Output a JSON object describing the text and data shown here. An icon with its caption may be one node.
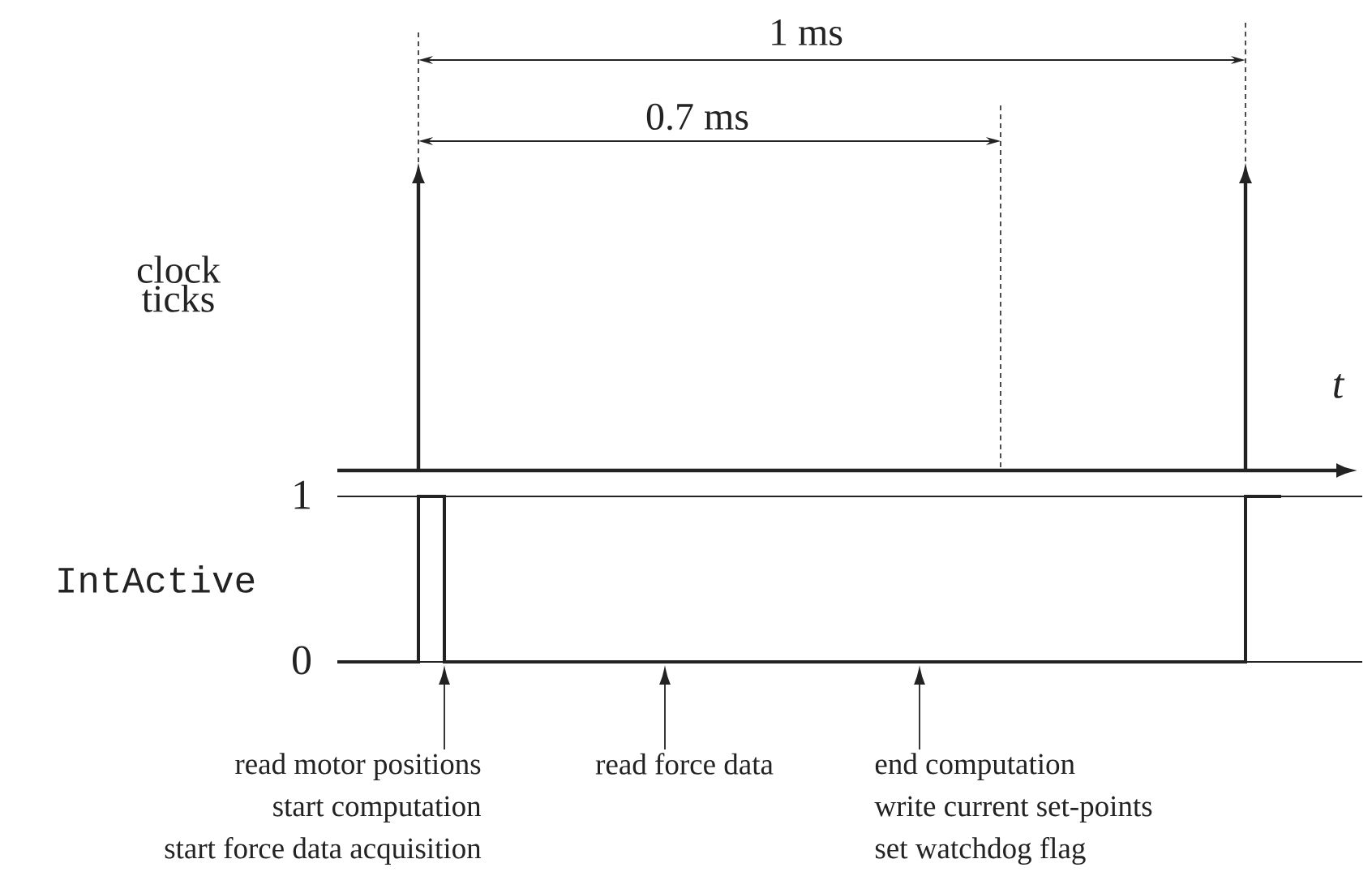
{
  "diagram": {
    "nodes": [
      {
        "text": [
          "read motor positions",
          "start computation",
          "start force data acquisition"
        ]
      },
      {
        "text": [
          "read force data"
        ]
      },
      {
        "text": [
          "end computation",
          "write current set-points",
          "set watchdog flag"
        ]
      }
    ],
    "edges": [
      {
        "from": 0,
        "to": null,
        "arrow": "to"
      },
      {
        "from": 1,
        "to": null,
        "arrow": "to"
      },
      {
        "from": 2,
        "to": null,
        "arrow": "to"
      }
    ],
    "labels": [
      "1 ms",
      "0.7 ms",
      "clock ticks",
      "t",
      "1",
      "IntActive",
      "0"
    ]
  }
}
